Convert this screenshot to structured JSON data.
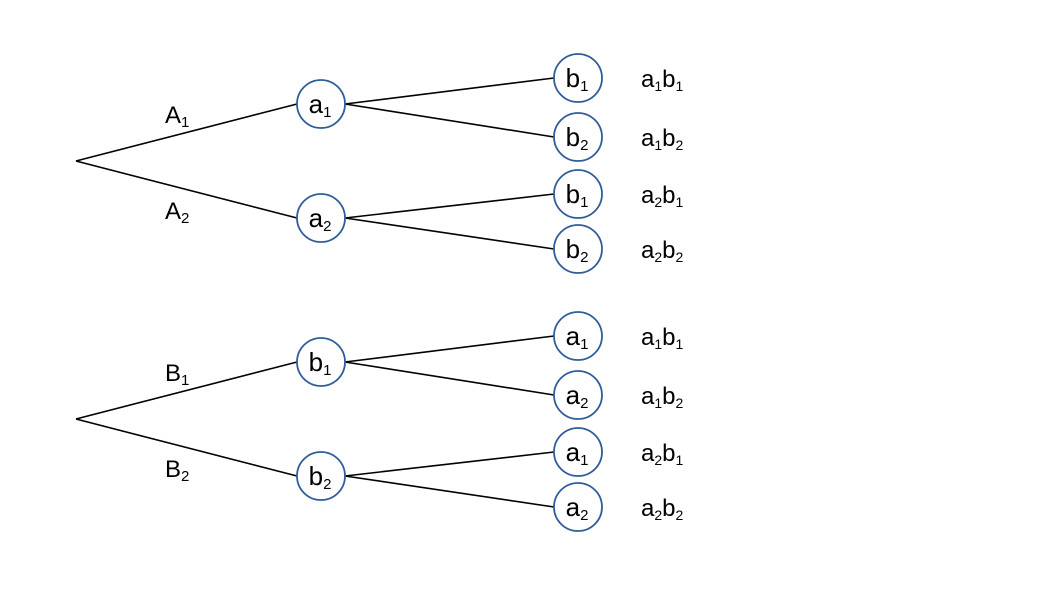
{
  "colors": {
    "edge": "#000000",
    "node_border": "#2f5d9a",
    "text": "#000000"
  },
  "trees": [
    {
      "branches": [
        {
          "label": {
            "main": "A",
            "sub": "1"
          },
          "node": {
            "main": "a",
            "sub": "1"
          },
          "leaves": [
            {
              "node": {
                "main": "b",
                "sub": "1"
              },
              "outcome": [
                {
                  "main": "a",
                  "sub": "1"
                },
                {
                  "main": "b",
                  "sub": "1"
                }
              ]
            },
            {
              "node": {
                "main": "b",
                "sub": "2"
              },
              "outcome": [
                {
                  "main": "a",
                  "sub": "1"
                },
                {
                  "main": "b",
                  "sub": "2"
                }
              ]
            }
          ]
        },
        {
          "label": {
            "main": "A",
            "sub": "2"
          },
          "node": {
            "main": "a",
            "sub": "2"
          },
          "leaves": [
            {
              "node": {
                "main": "b",
                "sub": "1"
              },
              "outcome": [
                {
                  "main": "a",
                  "sub": "2"
                },
                {
                  "main": "b",
                  "sub": "1"
                }
              ]
            },
            {
              "node": {
                "main": "b",
                "sub": "2"
              },
              "outcome": [
                {
                  "main": "a",
                  "sub": "2"
                },
                {
                  "main": "b",
                  "sub": "2"
                }
              ]
            }
          ]
        }
      ]
    },
    {
      "branches": [
        {
          "label": {
            "main": "B",
            "sub": "1"
          },
          "node": {
            "main": "b",
            "sub": "1"
          },
          "leaves": [
            {
              "node": {
                "main": "a",
                "sub": "1"
              },
              "outcome": [
                {
                  "main": "a",
                  "sub": "1"
                },
                {
                  "main": "b",
                  "sub": "1"
                }
              ]
            },
            {
              "node": {
                "main": "a",
                "sub": "2"
              },
              "outcome": [
                {
                  "main": "a",
                  "sub": "1"
                },
                {
                  "main": "b",
                  "sub": "2"
                }
              ]
            }
          ]
        },
        {
          "label": {
            "main": "B",
            "sub": "2"
          },
          "node": {
            "main": "b",
            "sub": "2"
          },
          "leaves": [
            {
              "node": {
                "main": "a",
                "sub": "1"
              },
              "outcome": [
                {
                  "main": "a",
                  "sub": "2"
                },
                {
                  "main": "b",
                  "sub": "1"
                }
              ]
            },
            {
              "node": {
                "main": "a",
                "sub": "2"
              },
              "outcome": [
                {
                  "main": "a",
                  "sub": "2"
                },
                {
                  "main": "b",
                  "sub": "2"
                }
              ]
            }
          ]
        }
      ]
    }
  ]
}
